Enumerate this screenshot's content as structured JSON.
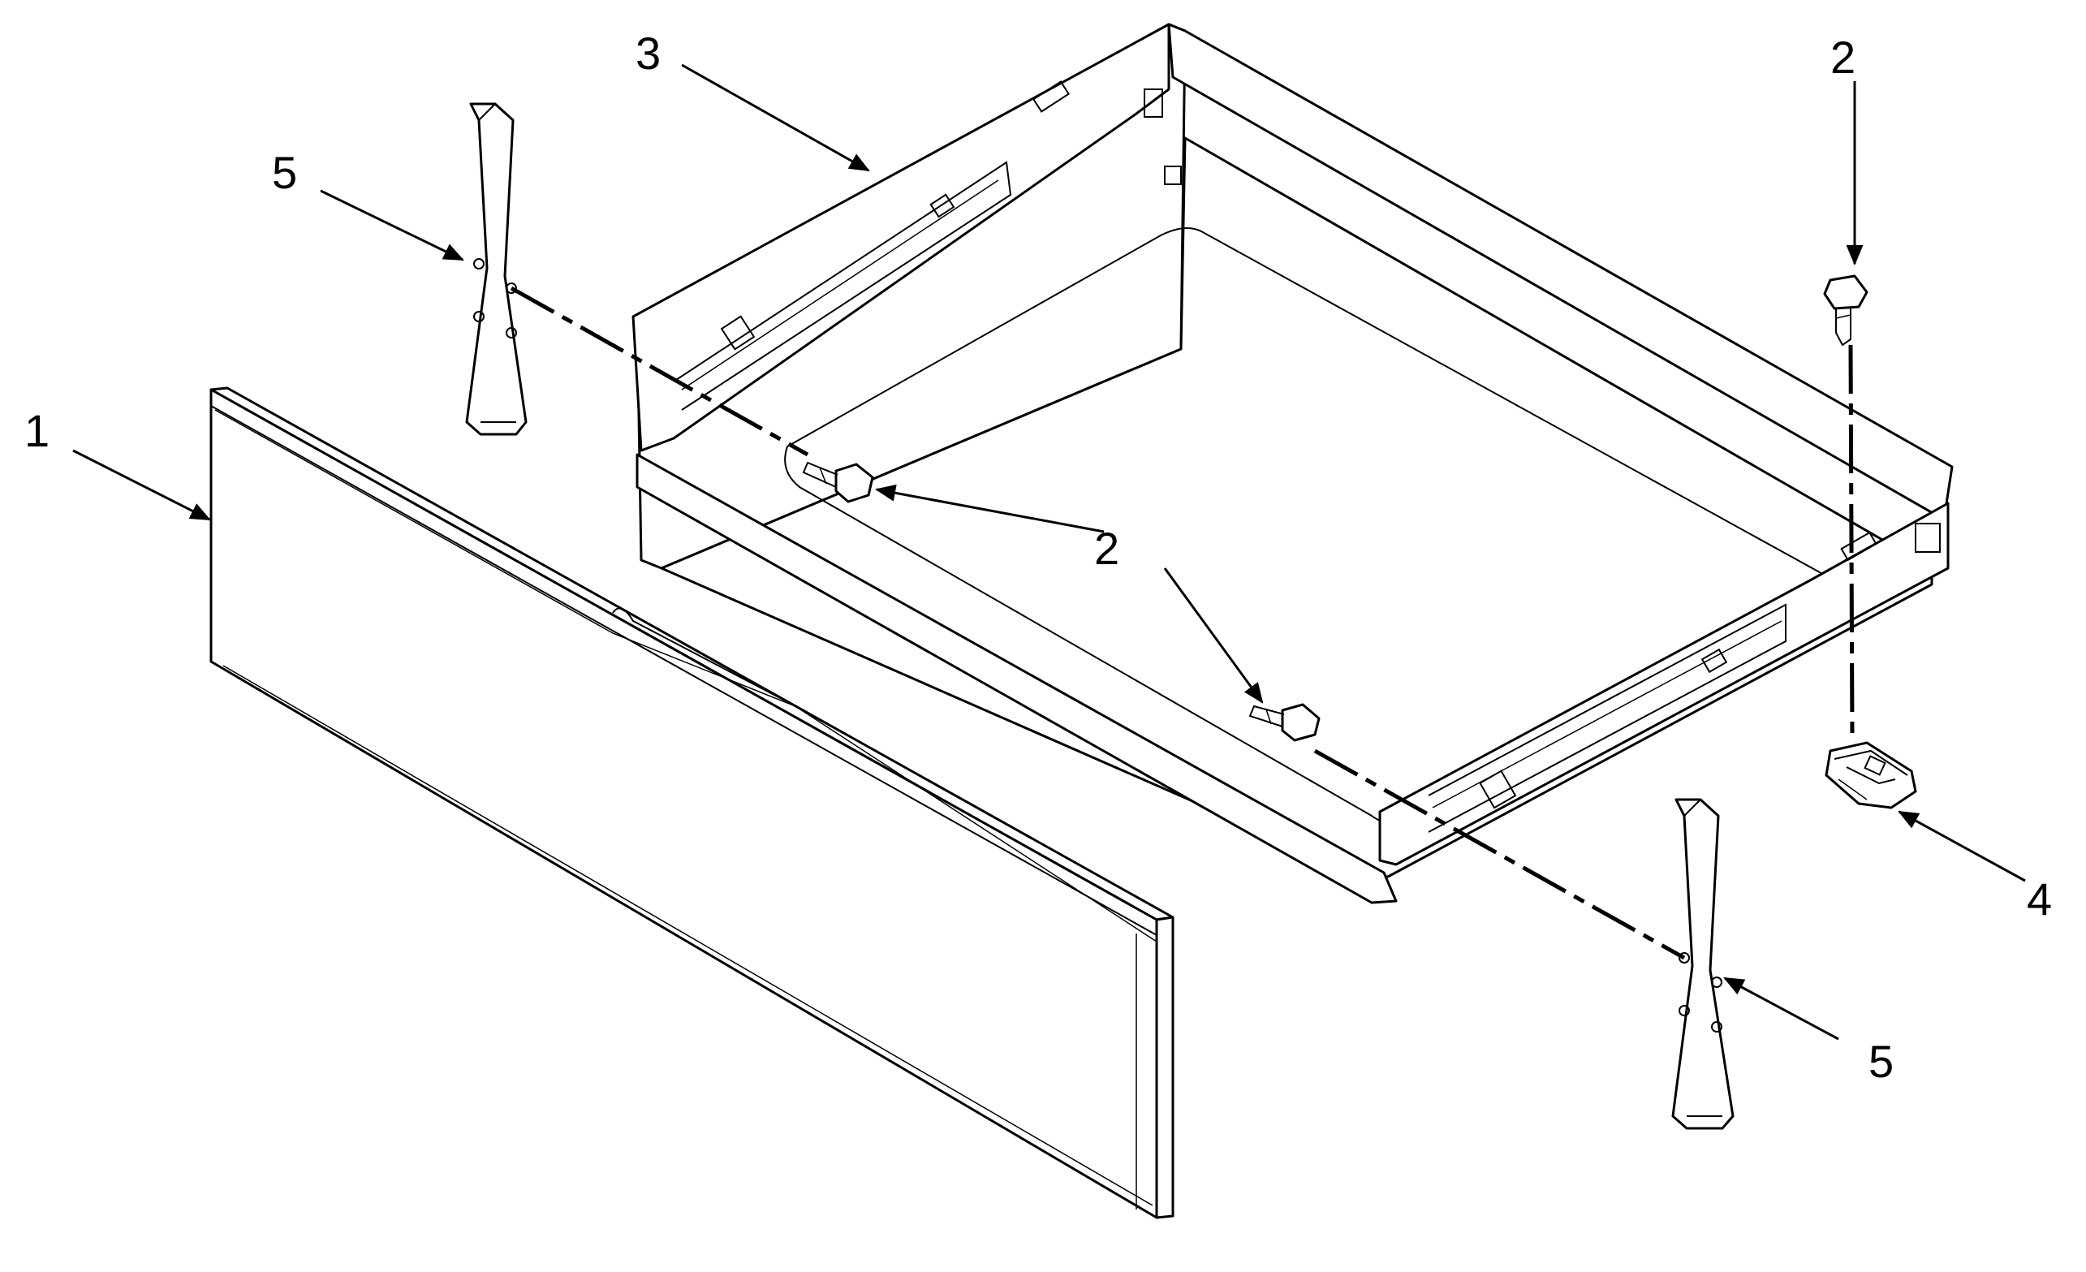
{
  "diagram": {
    "callouts": {
      "panel": "1",
      "screw_top": "2",
      "screw_left": "2",
      "screw_right": "2",
      "drawer": "3",
      "clip": "4",
      "slide_left": "5",
      "slide_right": "5"
    }
  }
}
